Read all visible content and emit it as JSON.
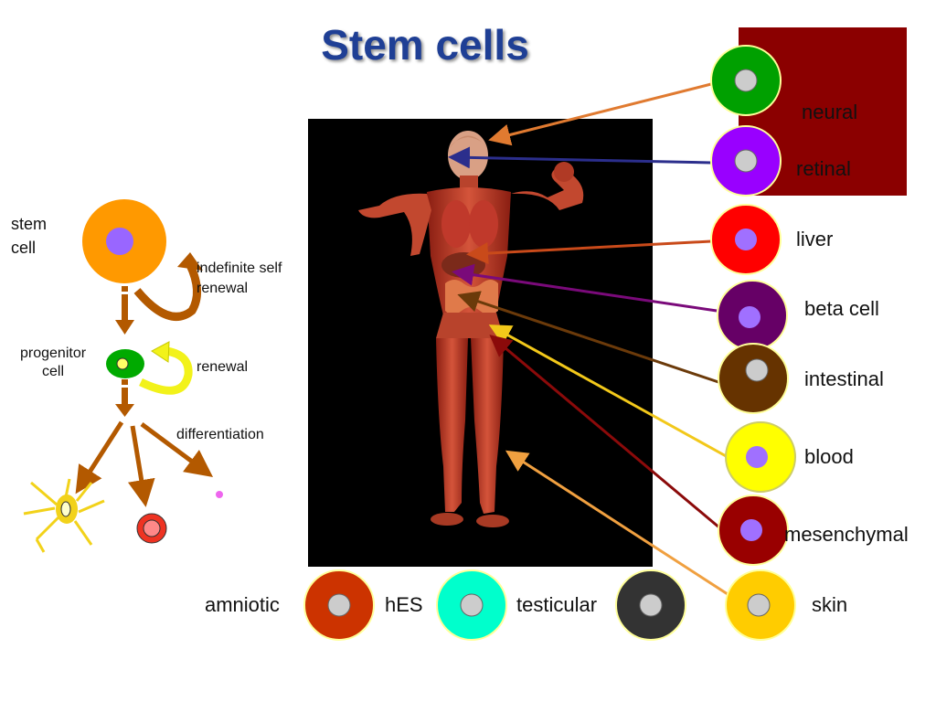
{
  "title": "Stem cells",
  "lineage": {
    "stem_cell_label": "stem\ncell",
    "self_renewal_label": "indefinite self\nrenewal",
    "progenitor_label": "progenitor\ncell",
    "renewal_label": "renewal",
    "differentiation_label": "differentiation"
  },
  "right_cells": [
    {
      "label": "neural",
      "color": "#00a000"
    },
    {
      "label": "retinal",
      "color": "#9900ff"
    },
    {
      "label": "liver",
      "color": "#ff0000"
    },
    {
      "label": "beta cell",
      "color": "#660066"
    },
    {
      "label": "intestinal",
      "color": "#663300"
    },
    {
      "label": "blood",
      "color": "#ffff00"
    },
    {
      "label": "mesenchymal",
      "color": "#990000"
    },
    {
      "label": "skin",
      "color": "#ffcc00"
    }
  ],
  "bottom_cells": [
    {
      "label": "amniotic",
      "color": "#cc3300"
    },
    {
      "label": "hES",
      "color": "#00ffcc"
    },
    {
      "label": "testicular",
      "color": "#333333"
    }
  ],
  "colors": {
    "title": "#1f3f95",
    "background_box": "#8b0000",
    "arrow_brown": "#b35900",
    "progenitor": "#00aa00",
    "stem_cell": "#ff9900"
  }
}
